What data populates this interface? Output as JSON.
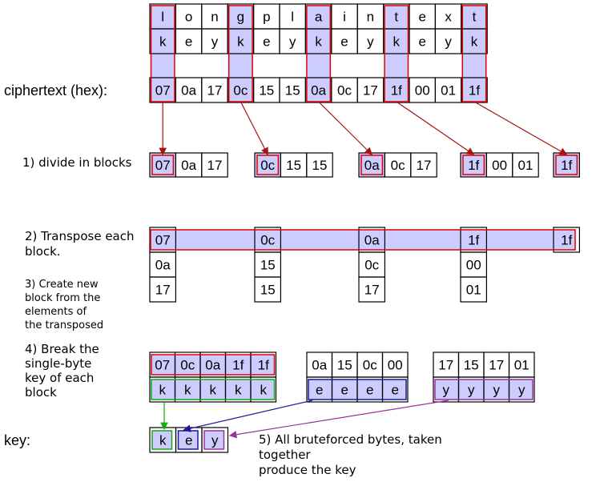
{
  "plaintext": [
    "l",
    "o",
    "n",
    "g",
    "p",
    "l",
    "a",
    "i",
    "n",
    "t",
    "e",
    "x",
    "t"
  ],
  "keystream": [
    "k",
    "e",
    "y",
    "k",
    "e",
    "y",
    "k",
    "e",
    "y",
    "k",
    "e",
    "y",
    "k"
  ],
  "ciphertext_label": "ciphertext (hex):",
  "ciphertext": [
    "07",
    "0a",
    "17",
    "0c",
    "15",
    "15",
    "0a",
    "0c",
    "17",
    "1f",
    "00",
    "01",
    "1f"
  ],
  "step1": "1) divide in blocks",
  "blocks": [
    [
      "07",
      "0a",
      "17"
    ],
    [
      "0c",
      "15",
      "15"
    ],
    [
      "0a",
      "0c",
      "17"
    ],
    [
      "1f",
      "00",
      "01"
    ],
    [
      "1f"
    ]
  ],
  "step2_lines": [
    "2) Transpose each",
    "block."
  ],
  "step3_lines": [
    "3) Create new",
    "block from the",
    "elements of",
    "the transposed"
  ],
  "transposed": [
    [
      "07",
      "0a",
      "17"
    ],
    [
      "0c",
      "15",
      "15"
    ],
    [
      "0a",
      "0c",
      "17"
    ],
    [
      "1f",
      "00",
      "01"
    ],
    [
      "1f"
    ]
  ],
  "step4_lines": [
    "4) Break the",
    "single-byte",
    "key of each",
    "block"
  ],
  "new_blocks": [
    {
      "bytes": [
        "07",
        "0c",
        "0a",
        "1f",
        "1f"
      ],
      "key": [
        "k",
        "k",
        "k",
        "k",
        "k"
      ]
    },
    {
      "bytes": [
        "0a",
        "15",
        "0c",
        "00"
      ],
      "key": [
        "e",
        "e",
        "e",
        "e"
      ]
    },
    {
      "bytes": [
        "17",
        "15",
        "17",
        "01"
      ],
      "key": [
        "y",
        "y",
        "y",
        "y"
      ]
    }
  ],
  "key_label": "key:",
  "key": [
    "k",
    "e",
    "y"
  ],
  "step5_lines": [
    "5) All bruteforced bytes, taken",
    "together",
    "produce the key"
  ],
  "colors": {
    "highlight": "#ccccff",
    "red": "#dd0000",
    "darkred": "#aa1111",
    "green": "#11aa11",
    "navy": "#1a1a99",
    "purple": "#993399"
  }
}
